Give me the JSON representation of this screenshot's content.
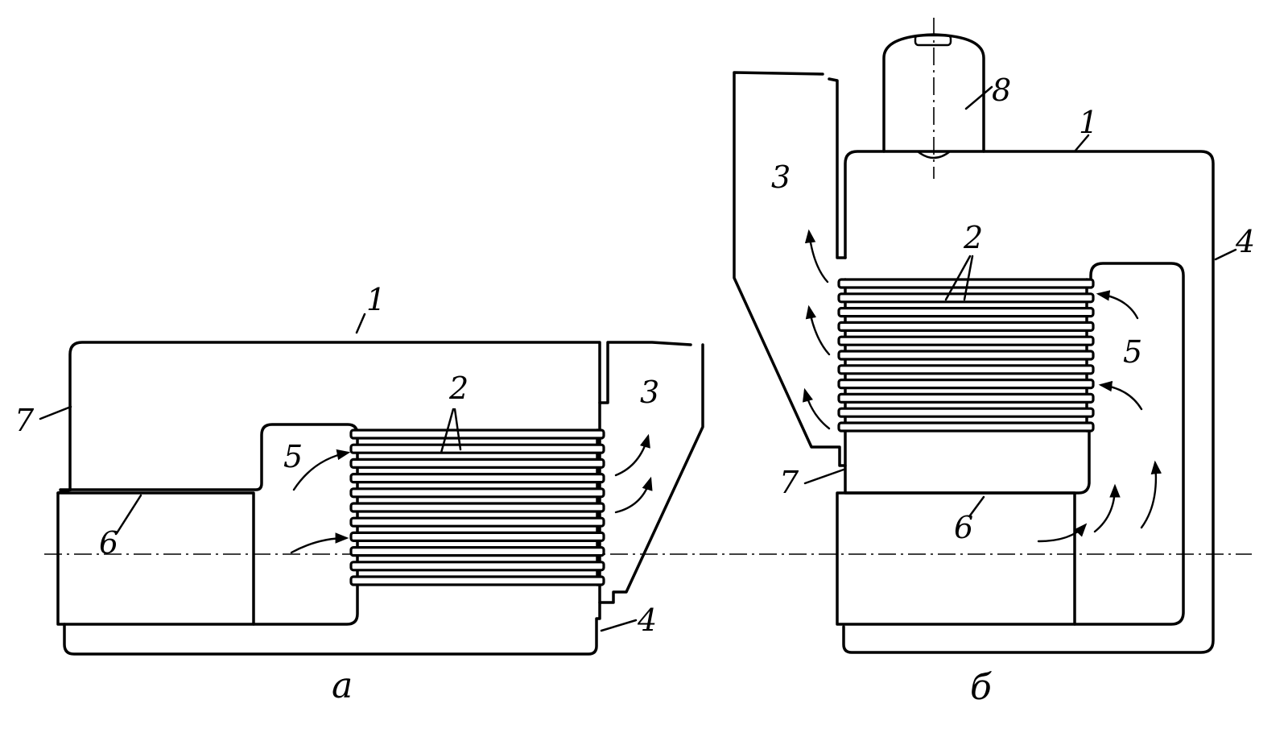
{
  "figure_a": {
    "caption": "а",
    "labels": {
      "l1": "1",
      "l2": "2",
      "l3": "3",
      "l4": "4",
      "l5": "5",
      "l6": "6",
      "l7": "7"
    }
  },
  "figure_b": {
    "caption": "б",
    "labels": {
      "l1": "1",
      "l2": "2",
      "l3": "3",
      "l4": "4",
      "l5": "5",
      "l6": "6",
      "l7": "7",
      "l8": "8"
    }
  }
}
